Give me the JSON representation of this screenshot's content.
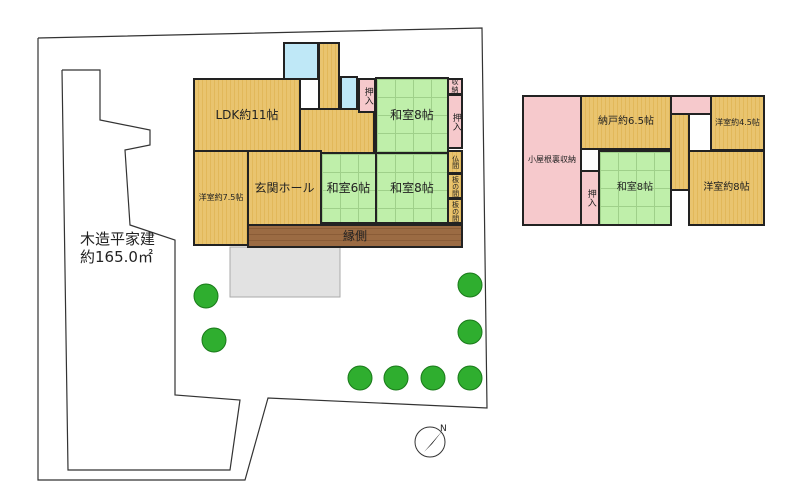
{
  "site": {
    "label_line1": "木造平家建",
    "label_line2": "約165.0㎡"
  },
  "floor1": {
    "ldk": "LDK約11帖",
    "western75": "洋室約7.5帖",
    "entrance_hall": "玄関ホール",
    "japanese6": "和室6帖",
    "japanese8_bottom": "和室8帖",
    "japanese8_top": "和室8帖",
    "closet_left": "押入",
    "closet_right": "押入",
    "storage": "収納",
    "butsuma": "仏間",
    "itanoma1": "板の間",
    "itanoma2": "板の間",
    "engawa": "縁側"
  },
  "floor2": {
    "attic_storage": "小屋根裏収納",
    "nando": "納戸約6.5帖",
    "western45": "洋室約4.5帖",
    "japanese8": "和室8帖",
    "closet": "押入",
    "western8": "洋室約8帖"
  },
  "compass": {
    "label": "N"
  },
  "colors": {
    "wood": "#e9c46f",
    "tatami": "#bfefaa",
    "closet": "#f6c9cc",
    "water": "#bfe8f7",
    "engawa": "#9b6b43",
    "tree": "#2fae2f"
  }
}
